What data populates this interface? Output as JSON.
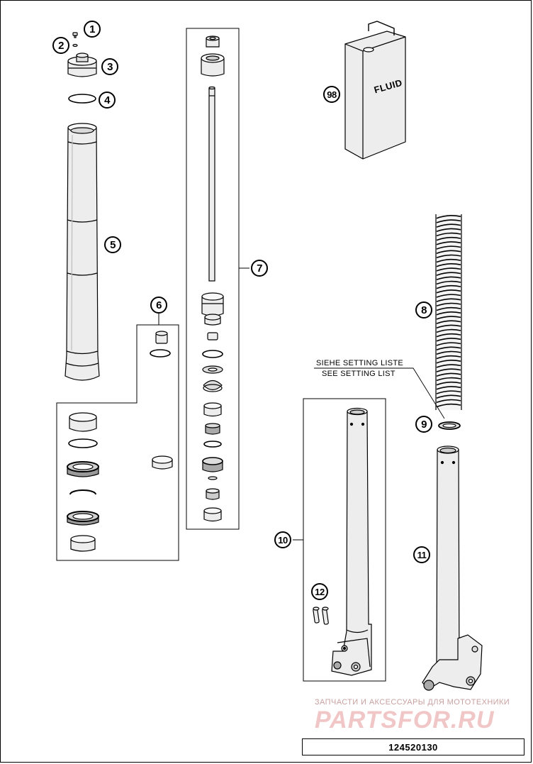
{
  "callouts": [
    "1",
    "2",
    "3",
    "4",
    "5",
    "6",
    "7",
    "8",
    "9",
    "10",
    "11",
    "12",
    "98"
  ],
  "canister_label": "FLUID",
  "setting_note": {
    "line1": "SIEHE SETTING LISTE",
    "line2": "SEE SETTING LIST"
  },
  "watermark": {
    "text": "ЗАПЧАСТИ И АКСЕССУАРЫ ДЛЯ МОТОТЕХНИКИ",
    "logo": "PARTSFOR.RU"
  },
  "part_number": "124520130",
  "colors": {
    "line": "#000000",
    "part_fill": "#ededed",
    "watermark": "#f1c6c6"
  }
}
